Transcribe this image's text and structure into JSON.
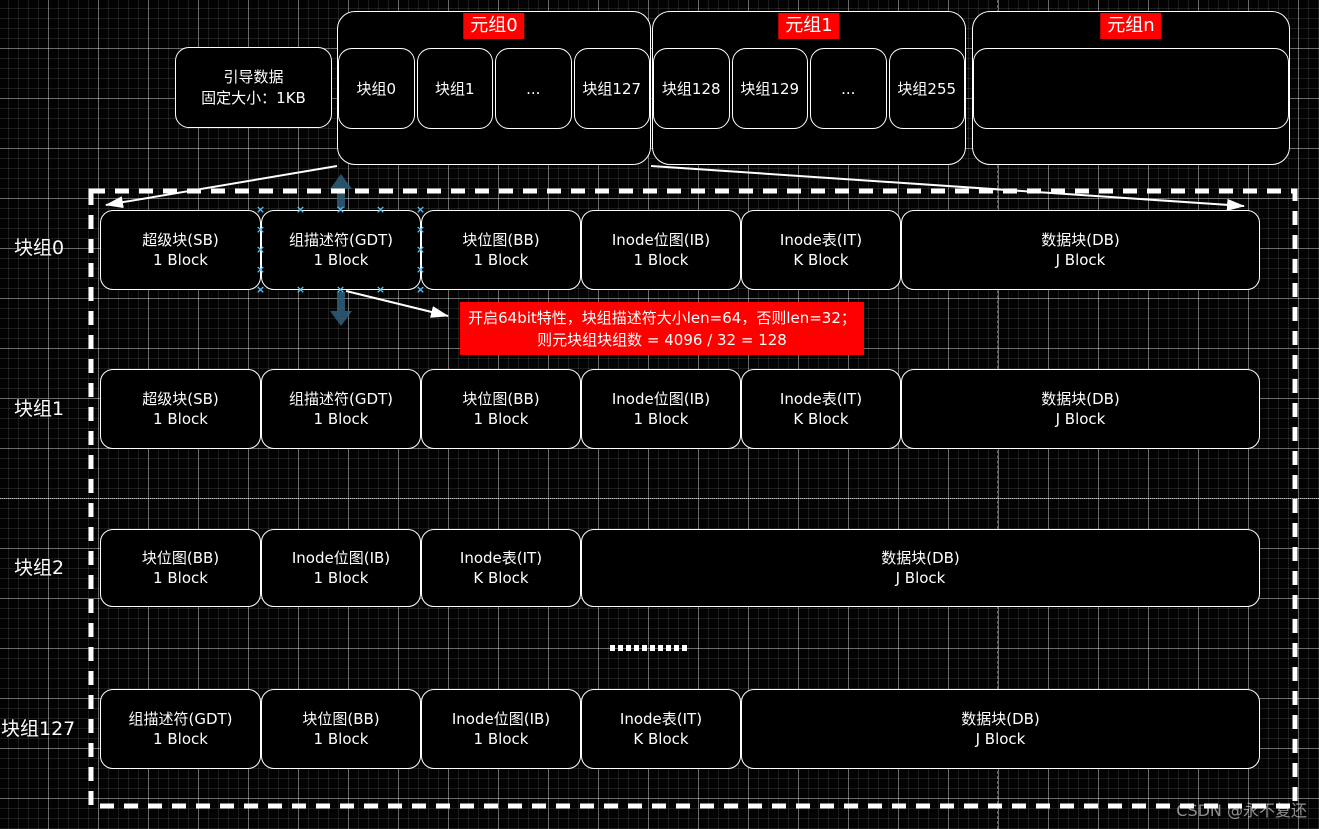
{
  "colors": {
    "canvas_bg": "#030303",
    "shape_fill": "#000000",
    "shape_border": "#ffffff",
    "accent_red": "#ff0000",
    "anchor_blue": "#4fc3f7",
    "direction_arrow_teal": "#2f607d"
  },
  "top": {
    "boot_block": {
      "line1": "引导数据",
      "line2": "固定大小：1KB"
    },
    "meta_groups": [
      {
        "label": "元组0",
        "blocks": [
          "块组0",
          "块组1",
          "...",
          "块组127"
        ]
      },
      {
        "label": "元组1",
        "blocks": [
          "块组128",
          "块组129",
          "...",
          "块组255"
        ]
      },
      {
        "label": "元组n",
        "blocks": [
          ""
        ]
      }
    ]
  },
  "detail": {
    "rows": [
      {
        "label": "块组0",
        "cells": [
          {
            "title": "超级块(SB)",
            "size": "1 Block"
          },
          {
            "title": "组描述符(GDT)",
            "size": "1 Block"
          },
          {
            "title": "块位图(BB)",
            "size": "1 Block"
          },
          {
            "title": "Inode位图(IB)",
            "size": "1 Block"
          },
          {
            "title": "Inode表(IT)",
            "size": "K Block"
          },
          {
            "title": "数据块(DB)",
            "size": "J Block"
          }
        ]
      },
      {
        "label": "块组1",
        "cells": [
          {
            "title": "超级块(SB)",
            "size": "1 Block"
          },
          {
            "title": "组描述符(GDT)",
            "size": "1 Block"
          },
          {
            "title": "块位图(BB)",
            "size": "1 Block"
          },
          {
            "title": "Inode位图(IB)",
            "size": "1 Block"
          },
          {
            "title": "Inode表(IT)",
            "size": "K Block"
          },
          {
            "title": "数据块(DB)",
            "size": "J Block"
          }
        ]
      },
      {
        "label": "块组2",
        "cells": [
          {
            "title": "块位图(BB)",
            "size": "1 Block"
          },
          {
            "title": "Inode位图(IB)",
            "size": "1 Block"
          },
          {
            "title": "Inode表(IT)",
            "size": "K Block"
          },
          {
            "title": "数据块(DB)",
            "size": "J Block"
          }
        ]
      },
      {
        "label": "块组127",
        "cells": [
          {
            "title": "组描述符(GDT)",
            "size": "1 Block"
          },
          {
            "title": "块位图(BB)",
            "size": "1 Block"
          },
          {
            "title": "Inode位图(IB)",
            "size": "1 Block"
          },
          {
            "title": "Inode表(IT)",
            "size": "K Block"
          },
          {
            "title": "数据块(DB)",
            "size": "J Block"
          }
        ]
      }
    ]
  },
  "annotation": {
    "line1": "开启64bit特性，块组描述符大小len=64，否则len=32；",
    "line2": "则元块组块组数 = 4096 / 32 = 128"
  },
  "watermark": "CSDN @永不复还"
}
